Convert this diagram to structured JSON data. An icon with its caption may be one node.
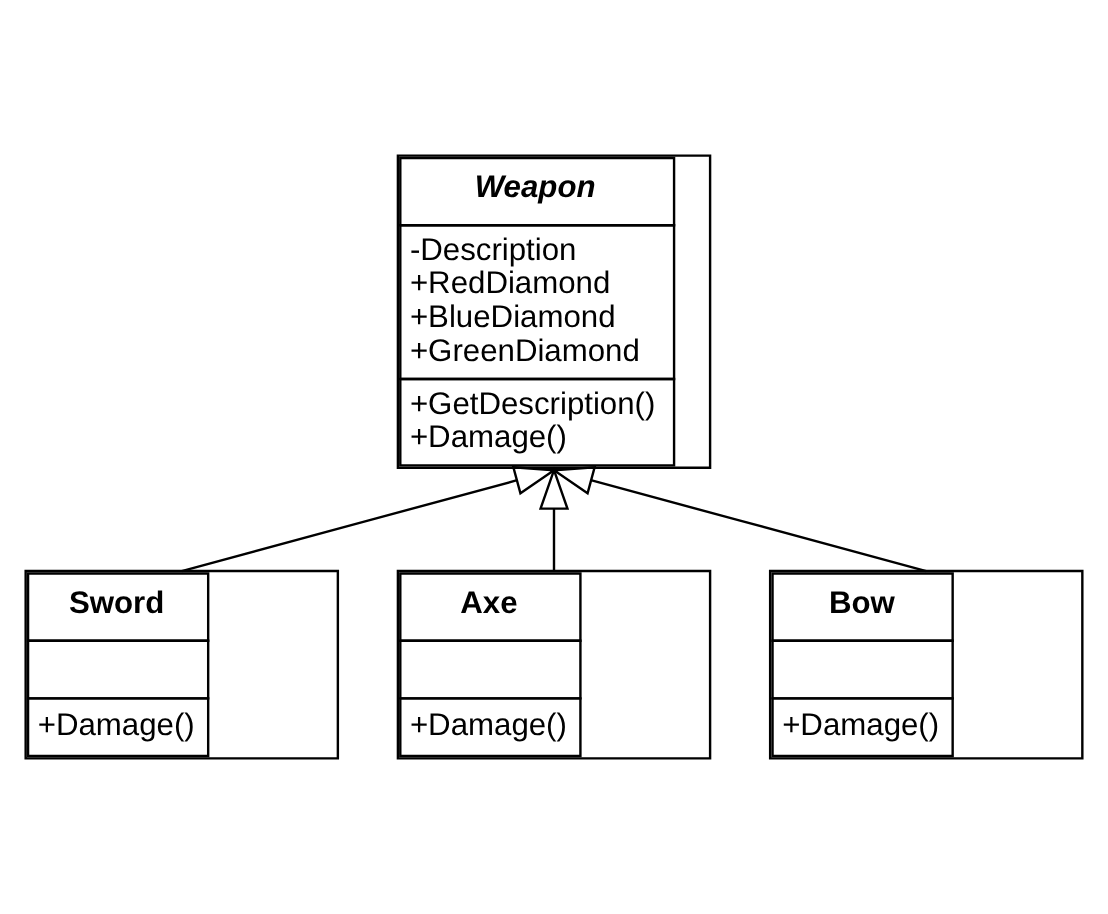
{
  "diagram": {
    "nodes": [
      {
        "text": [
          "Weapon",
          "-Description",
          "+RedDiamond",
          "+BlueDiamond",
          "+GreenDiamond",
          "+GetDescription()",
          "+Damage()"
        ]
      },
      {
        "text": [
          "Sword",
          "+Damage()"
        ]
      },
      {
        "text": [
          "Axe",
          "+Damage()"
        ]
      },
      {
        "text": [
          "Bow",
          "+Damage()"
        ]
      }
    ],
    "edges": [
      {
        "from": 1,
        "to": 0,
        "arrow": "to"
      },
      {
        "from": 2,
        "to": 0,
        "arrow": "to"
      },
      {
        "from": 3,
        "to": 0,
        "arrow": "to"
      }
    ]
  }
}
